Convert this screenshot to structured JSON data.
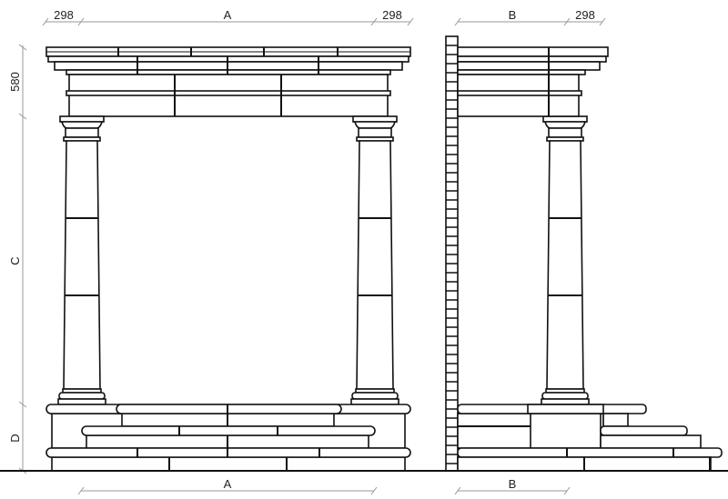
{
  "drawing": {
    "front_view": {
      "dim_top_left": "298",
      "dim_top_center": "A",
      "dim_top_right": "298",
      "dim_bottom": "A",
      "dim_vertical_entablature": "580",
      "dim_vertical_column": "C",
      "dim_vertical_base": "D"
    },
    "side_view": {
      "dim_top_left": "B",
      "dim_top_right": "298",
      "dim_bottom": "B"
    },
    "line_color": "#111111",
    "dimension_color": "#999999"
  }
}
